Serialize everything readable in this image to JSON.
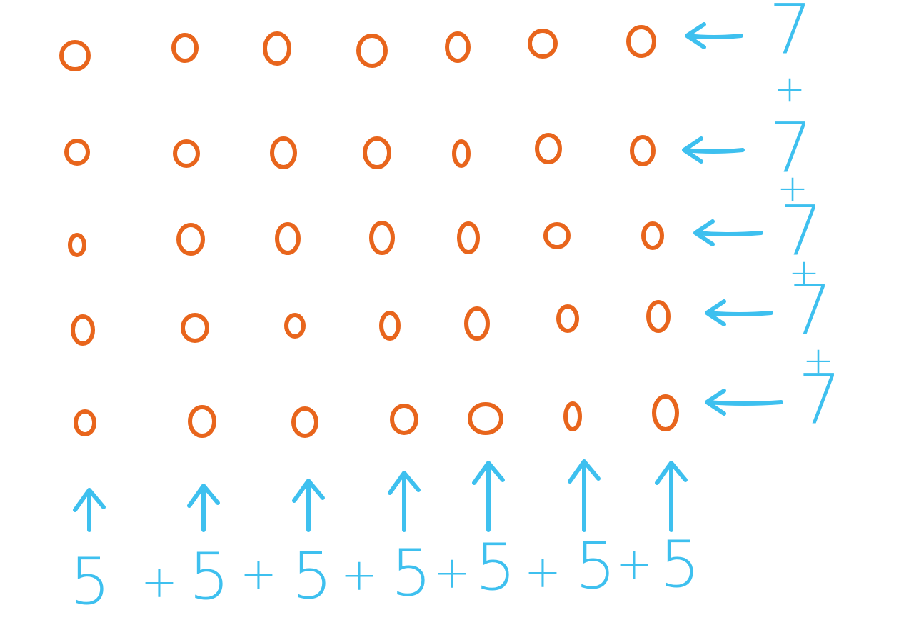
{
  "colors": {
    "dots": "#e8651c",
    "annotation": "#3ec0ef",
    "background": "#ffffff"
  },
  "grid": {
    "rows": 5,
    "columns": 7,
    "mark": "0"
  },
  "row_labels": [
    "7",
    "7",
    "7",
    "7",
    "7"
  ],
  "row_plus": [
    "+",
    "+",
    "+",
    "+"
  ],
  "column_labels": [
    "5",
    "5",
    "5",
    "5",
    "5",
    "5",
    "5"
  ],
  "column_plus": [
    "+",
    "+",
    "+",
    "+",
    "+",
    "+"
  ]
}
